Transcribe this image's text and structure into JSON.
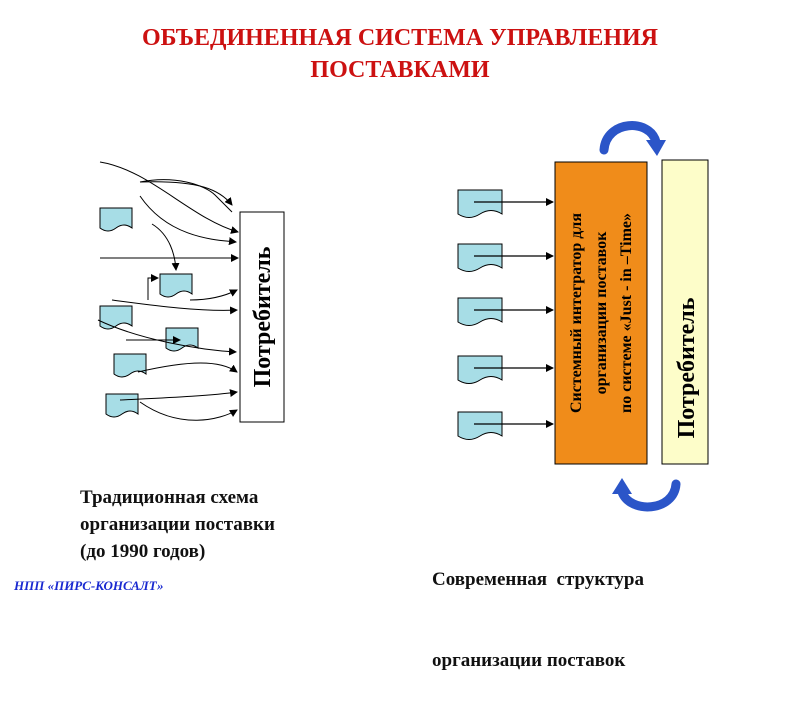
{
  "title": {
    "line1": "ОБЪЕДИНЕННАЯ СИСТЕМА УПРАВЛЕНИЯ",
    "line2": "ПОСТАВКАМИ"
  },
  "left_diagram": {
    "consumer_label": "Потребитель"
  },
  "right_diagram": {
    "integrator_line1": "Системный интегратор для",
    "integrator_line2": "организации поставок",
    "integrator_line3": "по системе «Just - in –Time»",
    "consumer_label": "Потребитель"
  },
  "captions": {
    "traditional": {
      "line1": "Традиционная схема",
      "line2": "организации поставки",
      "line3": "(до 1990 годов)"
    },
    "modern": {
      "line1": "Современная  структура",
      "line2": "организации поставок"
    }
  },
  "footer": {
    "company": "НПП «ПИРС-КОНСАЛТ»"
  },
  "colors": {
    "title": "#cc1111",
    "doc_fill": "#a7dde6",
    "integrator_fill": "#f08c1a",
    "consumer_right_fill": "#fdfdc9",
    "circular_arrow": "#2b55c8",
    "footer": "#1a2ad0"
  }
}
